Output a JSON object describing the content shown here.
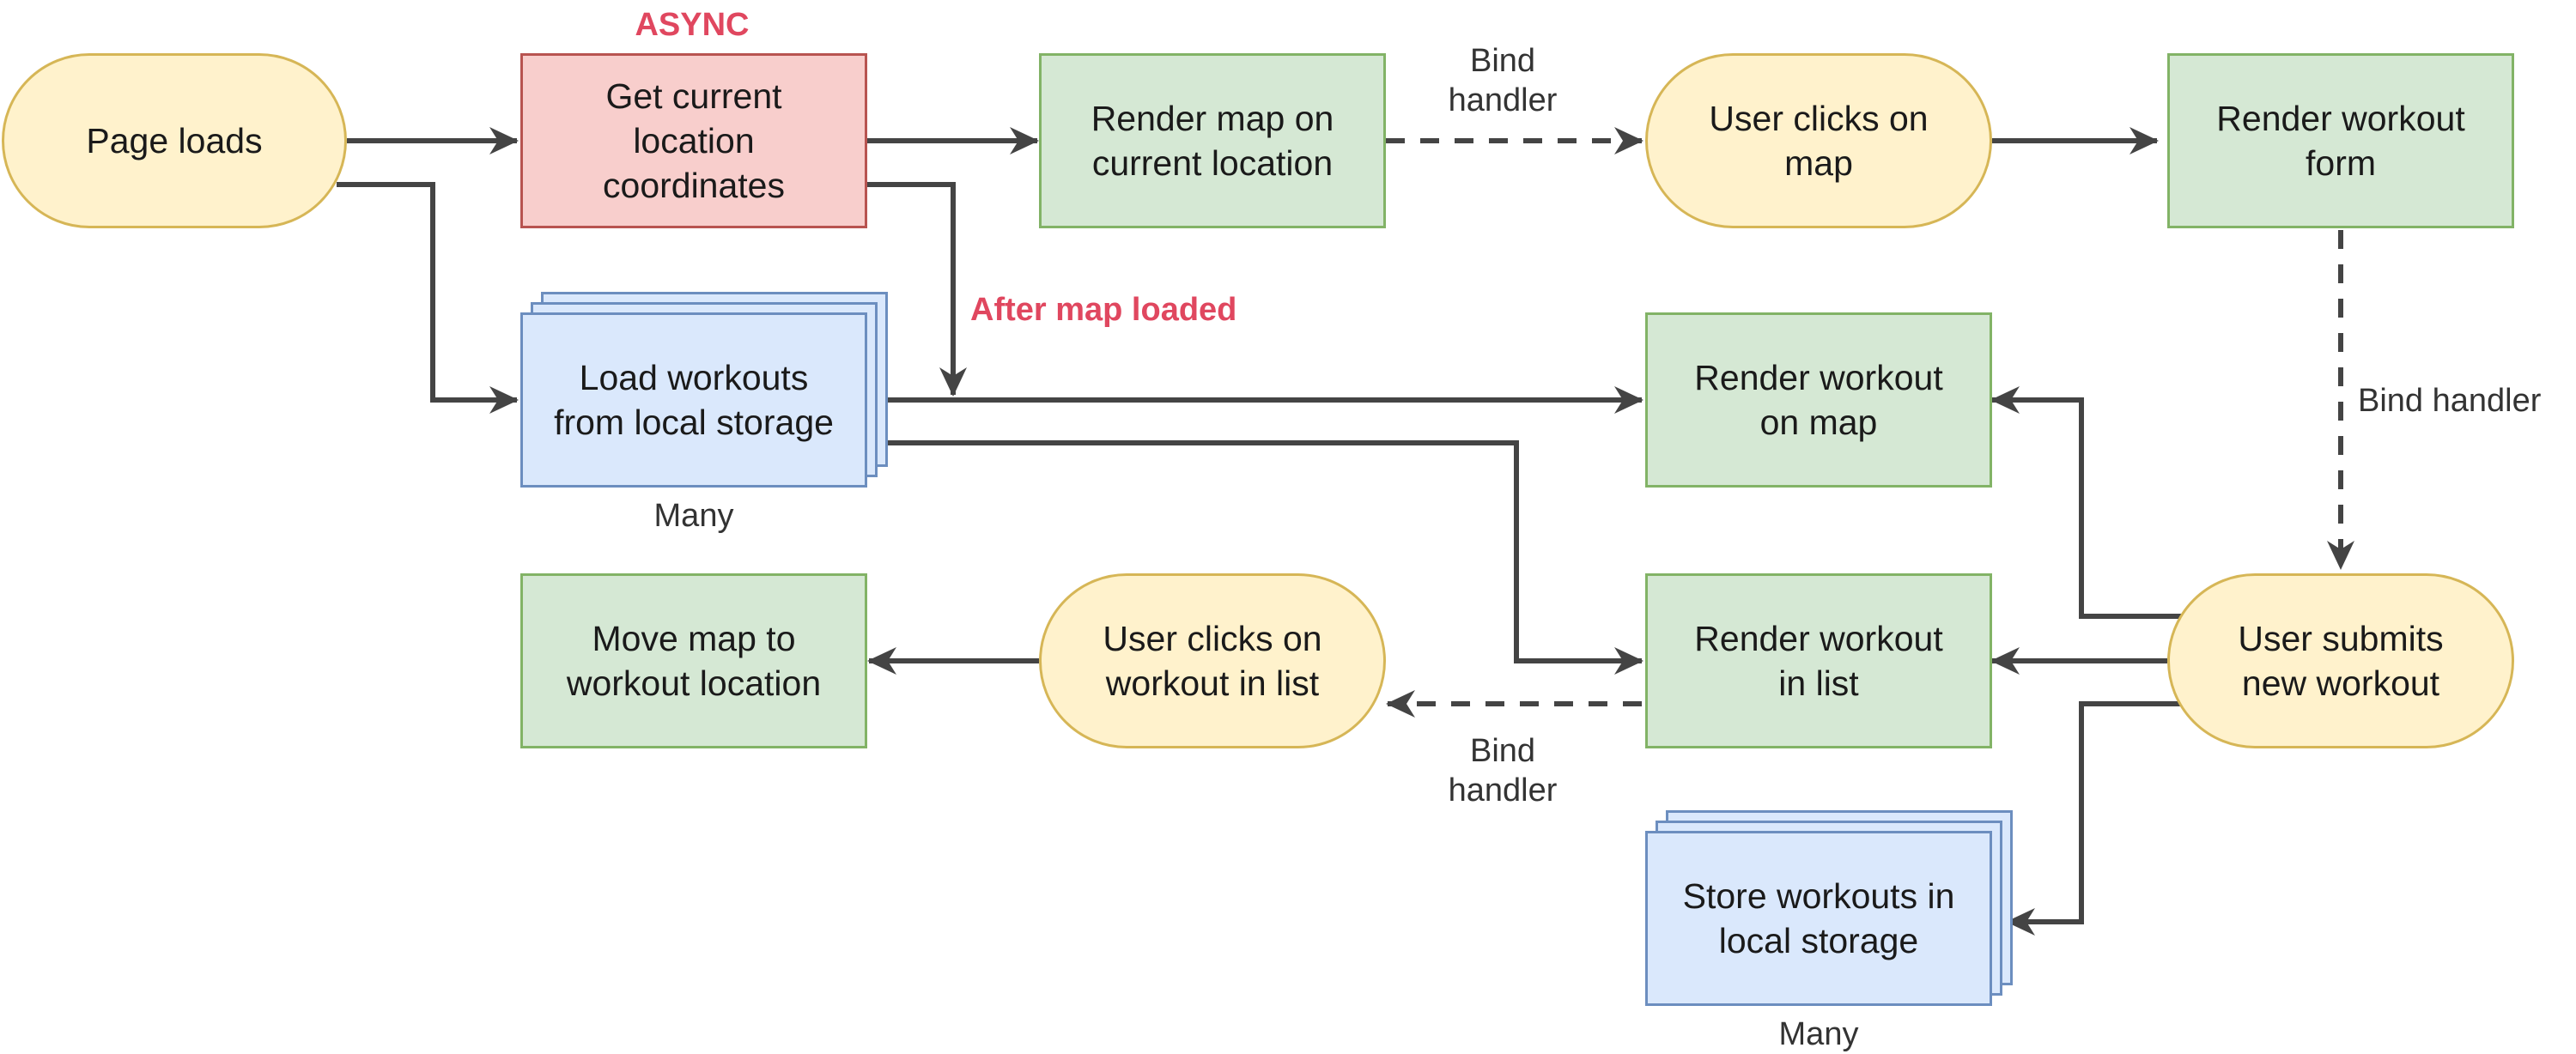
{
  "nodes": {
    "page_loads": "Page loads",
    "get_location": "Get current\nlocation\ncoordinates",
    "render_map": "Render map on\ncurrent location",
    "user_clicks_map": "User clicks on\nmap",
    "render_form": "Render workout\nform",
    "load_workouts": "Load workouts\nfrom local storage",
    "render_on_map": "Render workout\non map",
    "user_submits": "User submits\nnew workout",
    "move_map": "Move map to\nworkout location",
    "user_clicks_list": "User clicks on\nworkout in list",
    "render_in_list": "Render workout\nin list",
    "store_workouts": "Store workouts in\nlocal storage"
  },
  "labels": {
    "async": "ASYNC",
    "after_map_loaded": "After map loaded",
    "bind_handler_top": "Bind\nhandler",
    "bind_handler_right": "Bind handler",
    "bind_handler_bottom": "Bind\nhandler",
    "many_load": "Many",
    "many_store": "Many"
  },
  "colors": {
    "event_fill": "#fff2cc",
    "process_fill": "#d5e8d4",
    "async_fill": "#f8cecc",
    "storage_fill": "#dae8fc",
    "arrow": "#444444",
    "highlight_text": "#e0475f"
  }
}
